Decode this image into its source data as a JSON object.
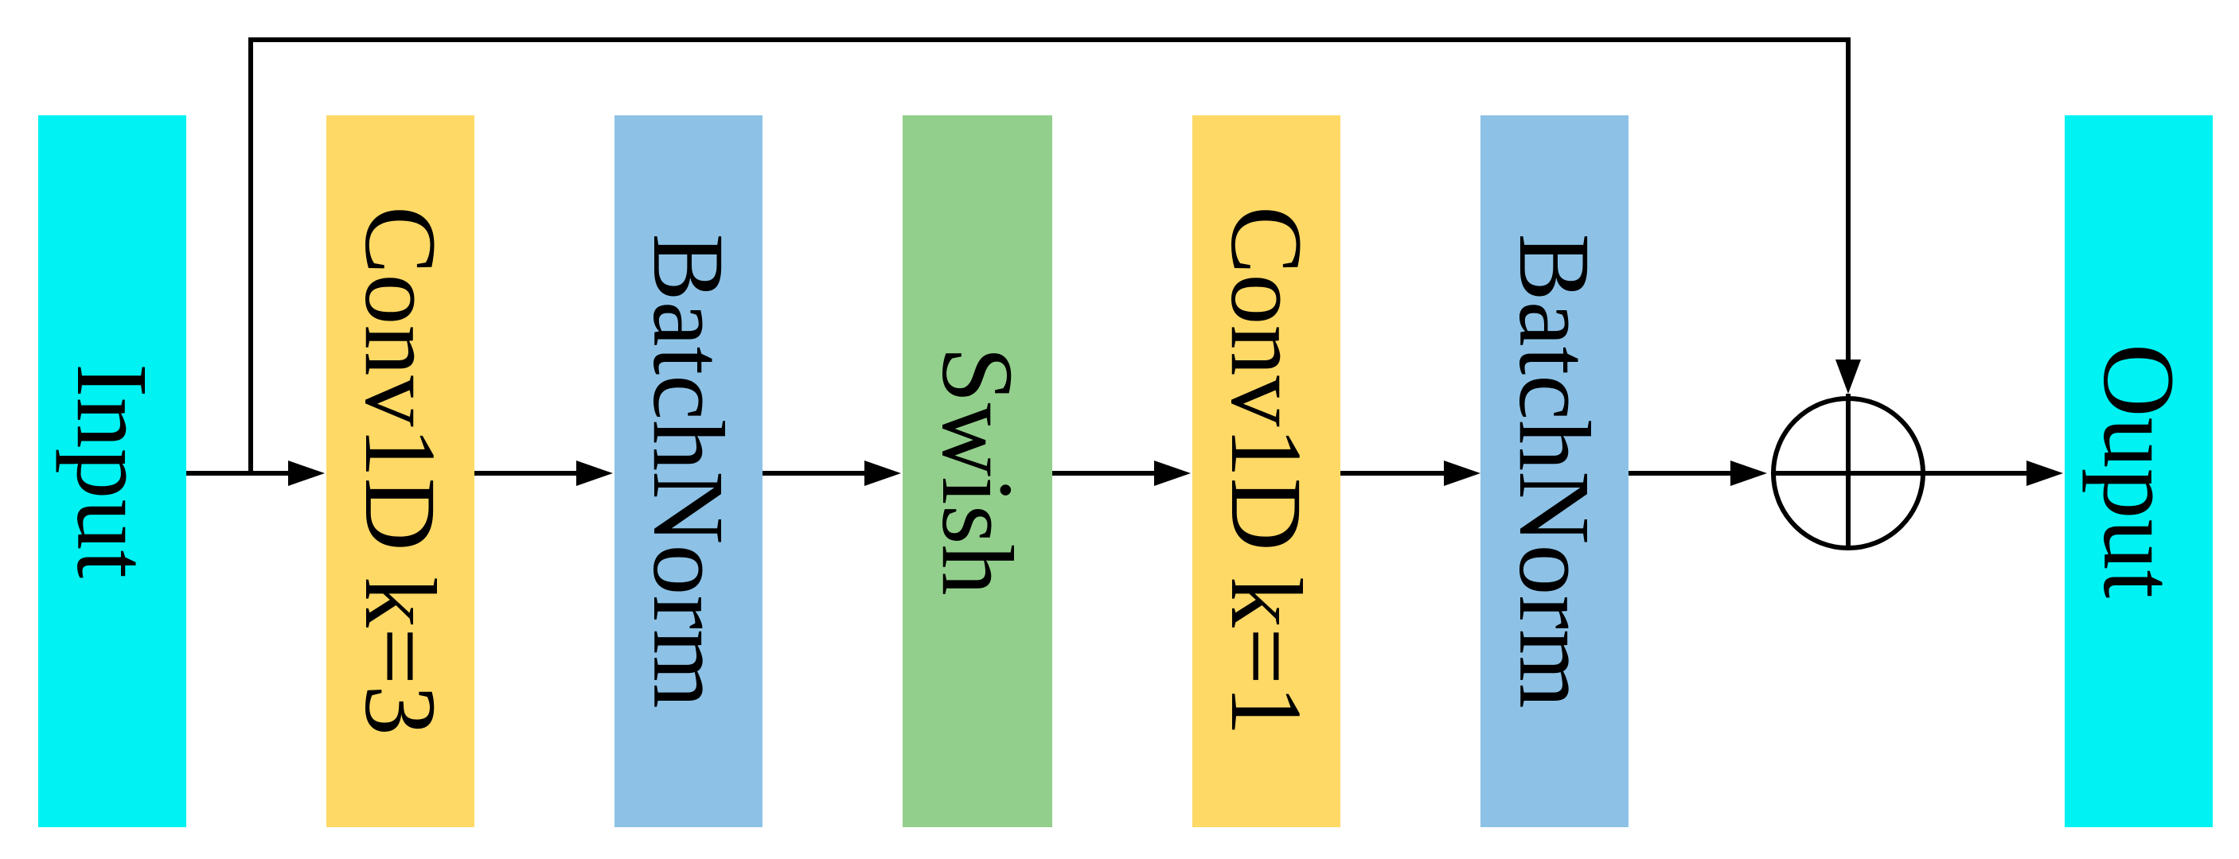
{
  "blocks": [
    {
      "id": "input",
      "label": "Input",
      "color": "#00F2F2"
    },
    {
      "id": "conv1",
      "label": "Conv1D k=3",
      "color": "#FFD966"
    },
    {
      "id": "bn1",
      "label": "BatchNorm",
      "color": "#8DC2E6"
    },
    {
      "id": "swish",
      "label": "Swish",
      "color": "#93CF8C"
    },
    {
      "id": "conv2",
      "label": "Conv1D k=1",
      "color": "#FFD966"
    },
    {
      "id": "bn2",
      "label": "BatchNorm",
      "color": "#8DC2E6"
    },
    {
      "id": "output",
      "label": "Ouput",
      "color": "#00F2F2"
    }
  ],
  "sum_node": {
    "symbol": "circle-plus",
    "meaning": "element-wise addition"
  },
  "skip_connection": {
    "from": "input",
    "to": "sum_node"
  },
  "line_color": "#000000"
}
